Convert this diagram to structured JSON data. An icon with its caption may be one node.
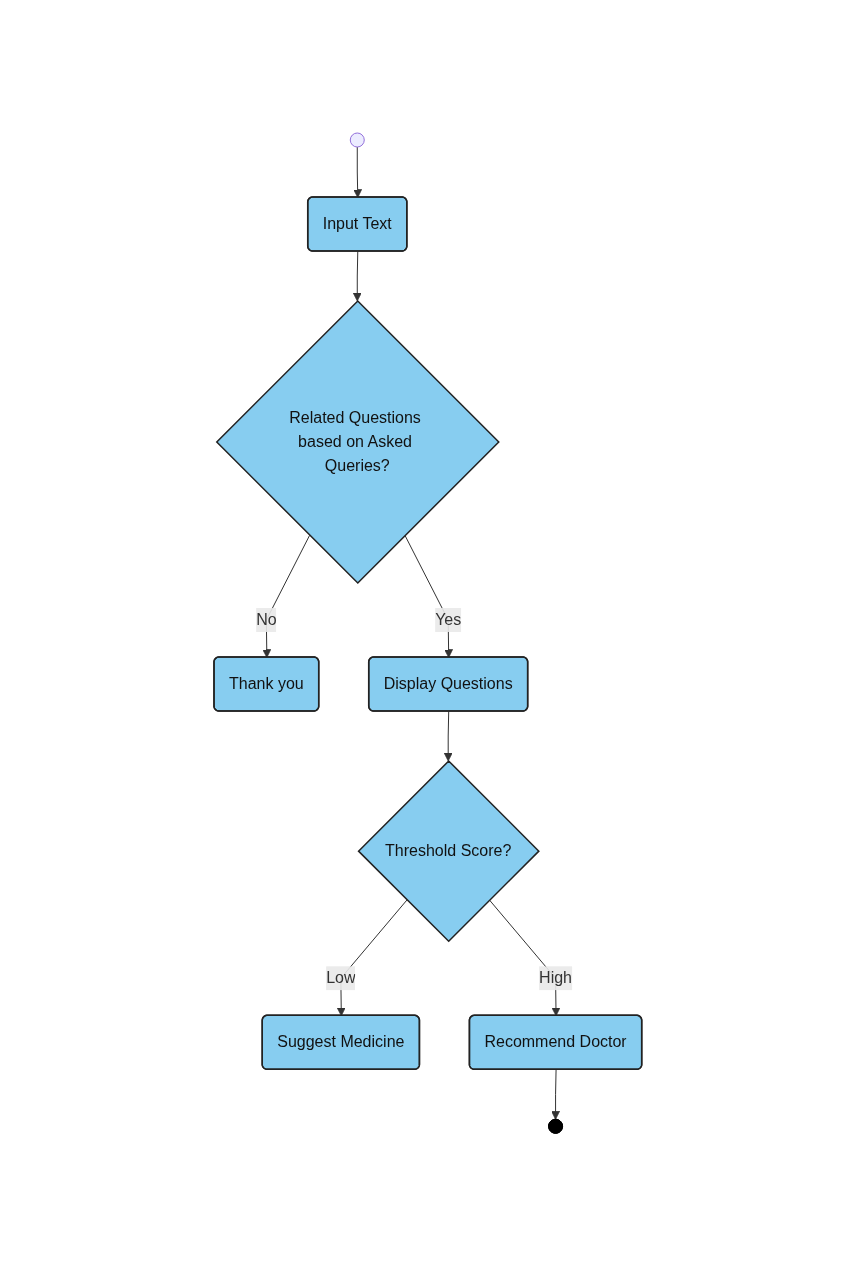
{
  "diagram": {
    "nodes": [
      {
        "text": [],
        "shape": "circle"
      },
      {
        "text": [
          "Input Text"
        ]
      },
      {
        "text": [
          "Related Questions based on Asked Queries?"
        ]
      },
      {
        "text": [
          "Thank you"
        ]
      },
      {
        "text": [
          "Display Questions"
        ]
      },
      {
        "text": [
          "Threshold Score?"
        ]
      },
      {
        "text": [
          "Suggest Medicine"
        ]
      },
      {
        "text": [
          "Recommend Doctor"
        ]
      },
      {
        "text": [],
        "shape": "circle"
      }
    ],
    "edges": [
      {
        "from": 0,
        "to": 1,
        "arrow": "to"
      },
      {
        "from": 1,
        "to": 2,
        "arrow": "to"
      },
      {
        "from": 2,
        "to": 3,
        "label": "No",
        "arrow": "to"
      },
      {
        "from": 2,
        "to": 4,
        "label": "Yes",
        "arrow": "to"
      },
      {
        "from": 4,
        "to": 5,
        "arrow": "to"
      },
      {
        "from": 5,
        "to": 6,
        "label": "Low",
        "arrow": "to"
      },
      {
        "from": 5,
        "to": 7,
        "label": "High",
        "arrow": "to"
      },
      {
        "from": 7,
        "to": 8,
        "arrow": "to"
      }
    ]
  }
}
